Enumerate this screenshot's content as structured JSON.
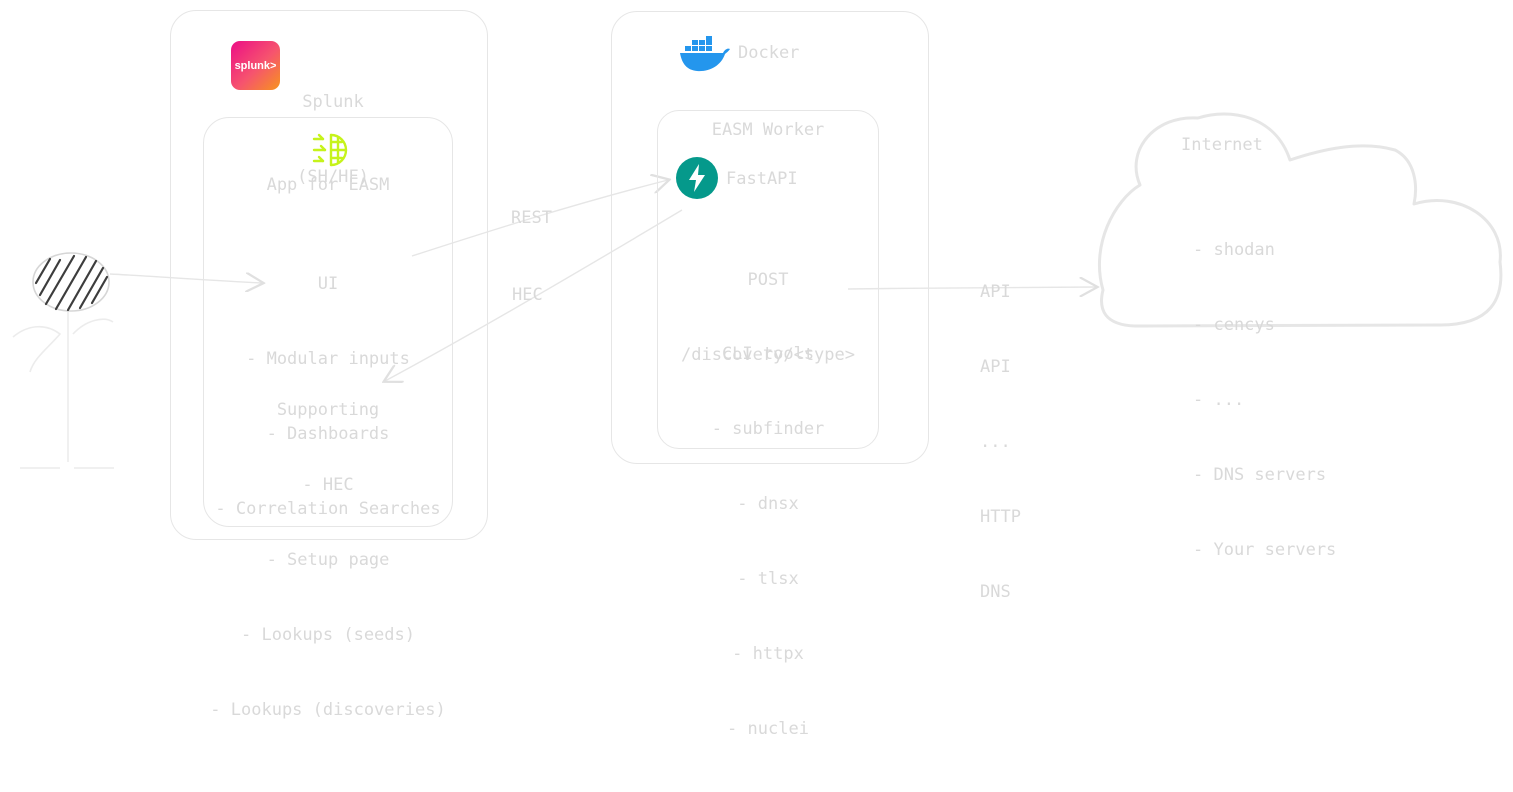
{
  "splunk": {
    "logo_text": "splunk>",
    "title_line1": "Splunk",
    "title_line2": "(SH/HF)"
  },
  "app": {
    "title": "App for EASM",
    "ui_lines": [
      "UI",
      "- Modular inputs",
      "- Dashboards",
      "- Correlation Searches"
    ],
    "supporting_lines": [
      "Supporting",
      "- HEC",
      "- Setup page",
      "- Lookups (seeds)",
      "- Lookups (discoveries)"
    ]
  },
  "docker": {
    "title": "Docker"
  },
  "worker": {
    "title": "EASM Worker",
    "fastapi": "FastAPI",
    "endpoint_lines": [
      "POST",
      "/discovery/<type>"
    ],
    "cli_lines": [
      "CLI tools",
      "- subfinder",
      "- dnsx",
      "- tlsx",
      "- httpx",
      "- nuclei"
    ]
  },
  "edges": {
    "rest": "REST",
    "hec": "HEC",
    "protocols": [
      "API",
      "API",
      "...",
      "HTTP",
      "DNS"
    ]
  },
  "internet": {
    "title": "Internet",
    "items": [
      "- shodan",
      "- cencys",
      "- ...",
      "- DNS servers",
      "- Your servers"
    ]
  },
  "colors": {
    "stroke": "#e6e6e6",
    "text": "#d9d9d9",
    "splunk_gradient_start": "#ec0e86",
    "splunk_gradient_end": "#f7941d",
    "docker_blue": "#2496ed",
    "fastapi_teal": "#05998b",
    "easm_icon": "#c6f31b"
  },
  "icons": [
    "user-stick-figure",
    "splunk-logo",
    "easm-app-icon",
    "docker-whale-icon",
    "fastapi-bolt-icon",
    "internet-cloud"
  ]
}
